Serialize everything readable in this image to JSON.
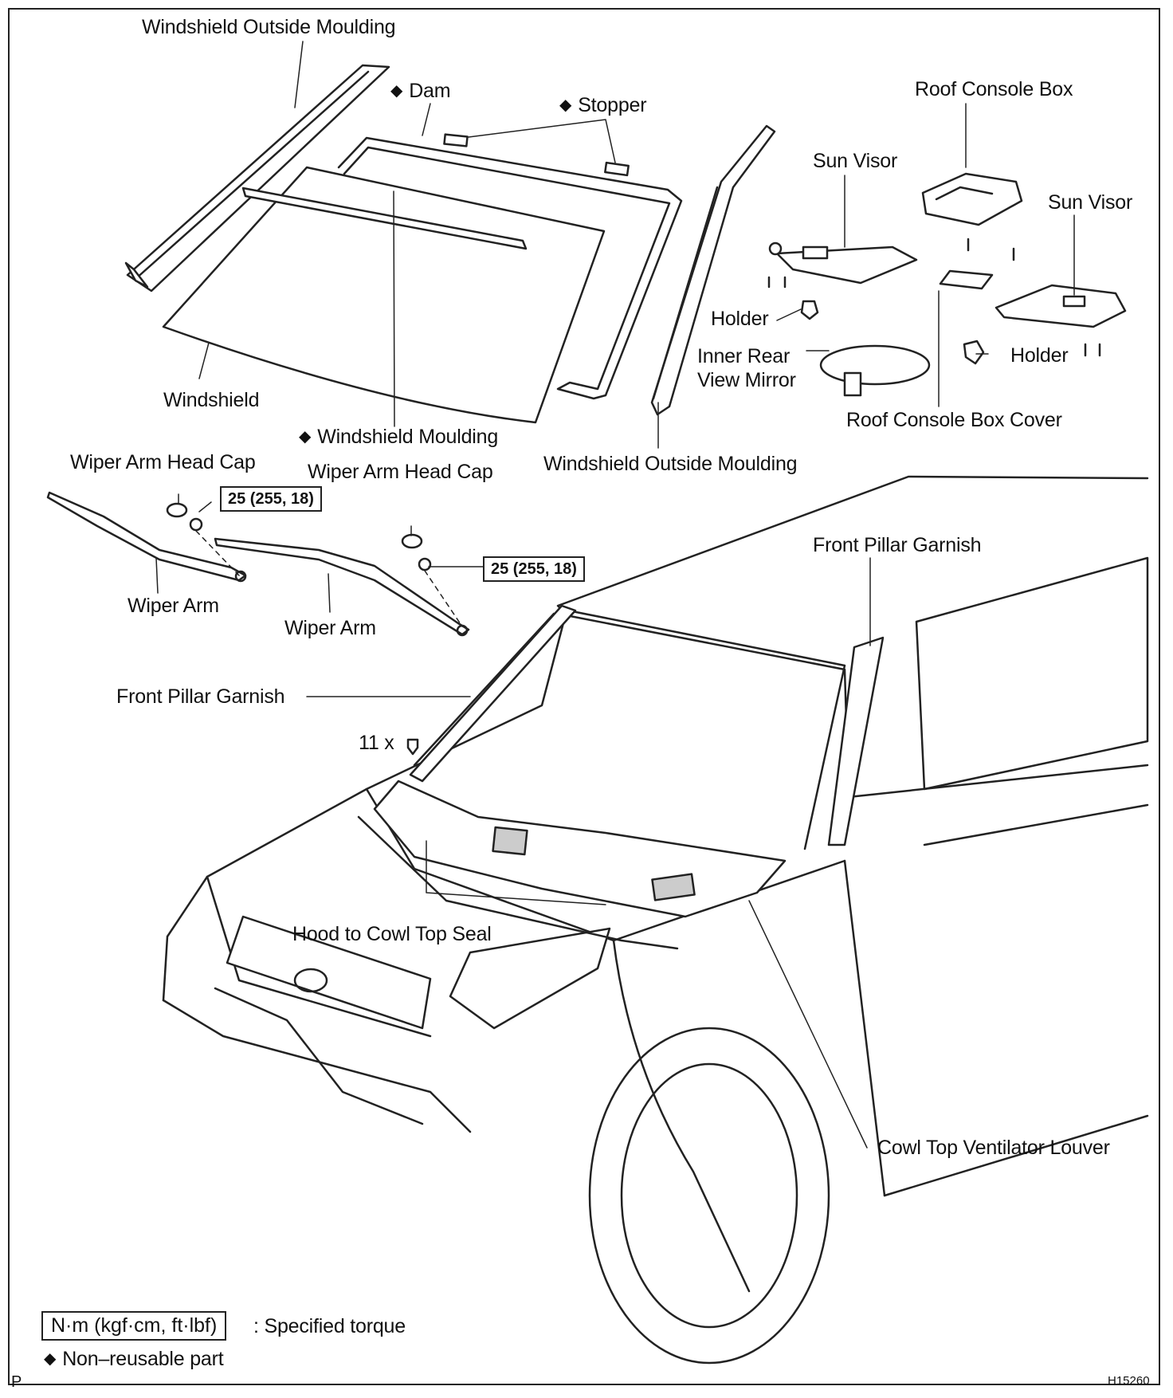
{
  "figure_code": "H15260",
  "page_marker": "P",
  "labels": {
    "windshield_outside_moulding_top": "Windshield Outside Moulding",
    "dam": "Dam",
    "stopper": "Stopper",
    "roof_console_box": "Roof Console Box",
    "sun_visor_left": "Sun Visor",
    "sun_visor_right": "Sun Visor",
    "holder_left": "Holder",
    "holder_right": "Holder",
    "inner_rear_view_mirror": "Inner Rear\nView Mirror",
    "roof_console_box_cover": "Roof Console Box Cover",
    "windshield": "Windshield",
    "windshield_moulding": "Windshield Moulding",
    "windshield_outside_moulding_bottom": "Windshield Outside Moulding",
    "wiper_arm_head_cap_left": "Wiper Arm Head Cap",
    "wiper_arm_head_cap_right": "Wiper Arm Head Cap",
    "wiper_arm_left": "Wiper Arm",
    "wiper_arm_right": "Wiper Arm",
    "front_pillar_garnish_right": "Front Pillar Garnish",
    "front_pillar_garnish_left": "Front Pillar Garnish",
    "clip_count": "11 x",
    "hood_to_cowl_top_seal": "Hood to Cowl Top Seal",
    "cowl_top_ventilator_louver": "Cowl Top Ventilator Louver"
  },
  "torque_specs": {
    "left": "25 (255, 18)",
    "right": "25 (255, 18)"
  },
  "legend": {
    "torque_unit": "N·m (kgf·cm, ft·lbf)",
    "torque_desc": ": Specified torque",
    "non_reusable_symbol": "◆",
    "non_reusable_desc": "Non–reusable part"
  },
  "non_reusable_marker": "◆"
}
